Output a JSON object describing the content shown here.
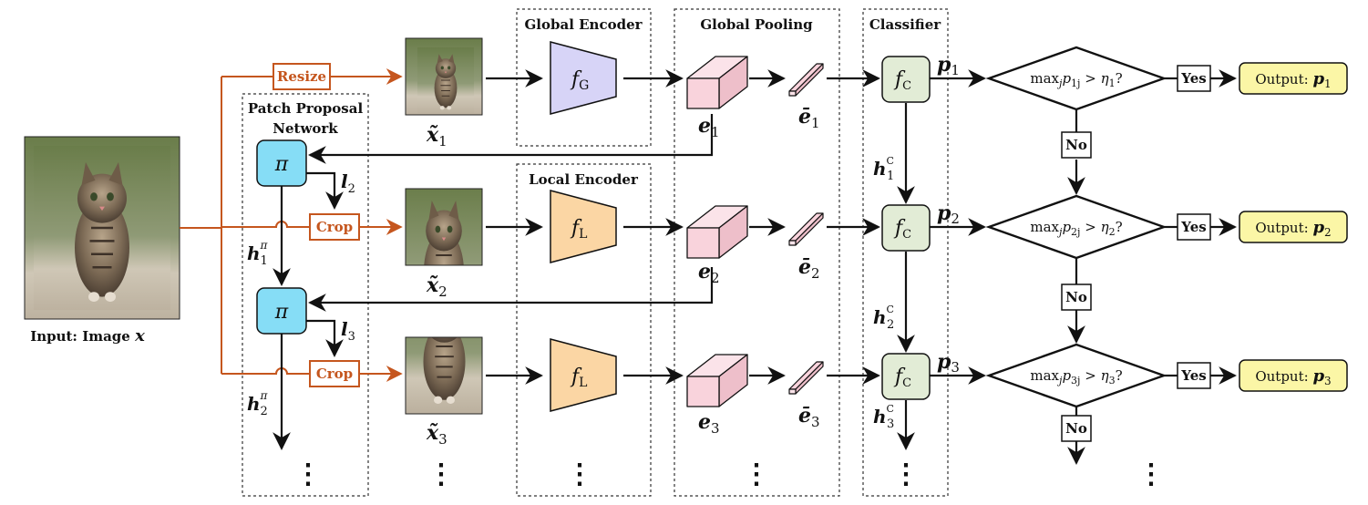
{
  "sections": {
    "global_encoder": "Global Encoder",
    "global_pooling": "Global Pooling",
    "classifier": "Classifier",
    "local_encoder": "Local Encoder",
    "patch_proposal_line1": "Patch Proposal",
    "patch_proposal_line2": "Network"
  },
  "input": {
    "label": "Input: Image ",
    "symbol": "x"
  },
  "ops": {
    "resize": "Resize",
    "crop": "Crop"
  },
  "encoders": {
    "global": {
      "f": "f",
      "sub": "G"
    },
    "local": {
      "f": "f",
      "sub": "L"
    }
  },
  "policy_symbol": "π",
  "classifier_symbol": {
    "f": "f",
    "sub": "C"
  },
  "decision": {
    "yes": "Yes",
    "no": "No",
    "output_prefix": "Output: "
  },
  "rows": [
    {
      "x_tilde": "x̃",
      "idx": "1",
      "e": "e",
      "e_bar": "ē",
      "p": "p",
      "decision_text": "max",
      "decision_sub": "j",
      "decision_rest": "p",
      "decision_pidx": "1j",
      "decision_gt": " > η",
      "decision_eta": "1",
      "decision_q": "?",
      "h_c": "h",
      "h_c_sup": "C"
    },
    {
      "x_tilde": "x̃",
      "idx": "2",
      "e": "e",
      "e_bar": "ē",
      "p": "p",
      "l": "l",
      "decision_text": "max",
      "decision_sub": "j",
      "decision_rest": "p",
      "decision_pidx": "2j",
      "decision_gt": " > η",
      "decision_eta": "2",
      "decision_q": "?",
      "h_c": "h",
      "h_c_sup": "C",
      "h_pi": "h",
      "h_pi_sup": "π",
      "h_pi_idx": "1"
    },
    {
      "x_tilde": "x̃",
      "idx": "3",
      "e": "e",
      "e_bar": "ē",
      "p": "p",
      "l": "l",
      "decision_text": "max",
      "decision_sub": "j",
      "decision_rest": "p",
      "decision_pidx": "3j",
      "decision_gt": " > η",
      "decision_eta": "3",
      "decision_q": "?",
      "h_c": "h",
      "h_c_sup": "C",
      "h_pi": "h",
      "h_pi_sup": "π",
      "h_pi_idx": "2"
    }
  ],
  "ellipsis": "⋮",
  "colors": {
    "orange": "#c5561e",
    "global_encoder_fill": "#d7d4f7",
    "local_encoder_fill": "#fbd6a4",
    "feature_fill": "#f9d3dc",
    "policy_fill": "#86ddf6",
    "classifier_fill": "#e2ecd6",
    "output_fill": "#fbf6a6"
  }
}
